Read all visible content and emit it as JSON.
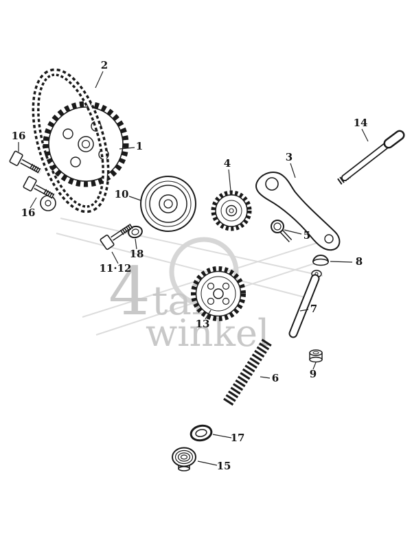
{
  "diagram": {
    "type": "exploded-parts-diagram",
    "watermark": {
      "big": "4",
      "line1_rest": "takt",
      "line2": "winkel",
      "color": "#c8c8c8"
    },
    "colors": {
      "line": "#1a1a1a",
      "background": "#ffffff",
      "watermark_decor": "#d8d8d8"
    },
    "parts": [
      {
        "num": "2"
      },
      {
        "num": "1"
      },
      {
        "num": "16"
      },
      {
        "num": "16"
      },
      {
        "num": "10"
      },
      {
        "num": "4"
      },
      {
        "num": "3"
      },
      {
        "num": "14"
      },
      {
        "num": "5"
      },
      {
        "num": "8"
      },
      {
        "num": "18"
      },
      {
        "num": "11·12"
      },
      {
        "num": "7"
      },
      {
        "num": "13"
      },
      {
        "num": "6"
      },
      {
        "num": "9"
      },
      {
        "num": "17"
      },
      {
        "num": "15"
      }
    ]
  }
}
